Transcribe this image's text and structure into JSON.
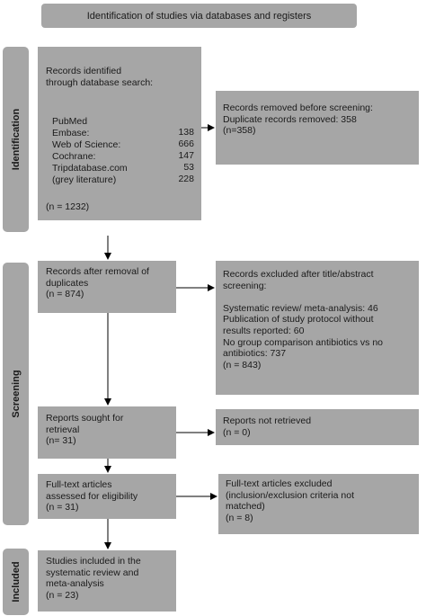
{
  "header": "Identification of studies via databases and registers",
  "phases": {
    "identification": "Identification",
    "screening": "Screening",
    "included": "Included"
  },
  "identified": {
    "text": "Records identified\nthrough database search:",
    "sources": [
      {
        "name": "PubMed",
        "count": "138"
      },
      {
        "name": "Embase:",
        "count": "666"
      },
      {
        "name": "Web of Science:",
        "count": "147"
      },
      {
        "name": "Cochrane:",
        "count": "53"
      },
      {
        "name": "Tripdatabase.com",
        "count": "228"
      },
      {
        "name": "(grey literature)",
        "count": ""
      }
    ],
    "total": "(n = 1232)"
  },
  "removed": {
    "text": "Records removed before screening:\nDuplicate records removed: 358\n(n=358)"
  },
  "after_dup": {
    "text": "Records after removal of\nduplicates\n(n = 874)"
  },
  "excluded_title": {
    "text": "Records excluded after title/abstract\nscreening:\n\nSystematic review/ meta-analysis: 46\nPublication of study protocol without\nresults reported: 60\nNo group comparison antibiotics vs no\nantibiotics: 737\n(n = 843)"
  },
  "sought": {
    "text": "Reports sought for\nretrieval\n(n= 31)"
  },
  "not_retrieved": {
    "text": "Reports not retrieved\n(n = 0)"
  },
  "fulltext": {
    "text": "Full-text articles\nassessed for eligibility\n(n = 31)"
  },
  "fulltext_excluded": {
    "text": "Full-text articles excluded\n(inclusion/exclusion criteria not\nmatched)\n(n = 8)"
  },
  "included": {
    "text": "Studies included in the\nsystematic review and\nmeta-analysis\n(n = 23)"
  }
}
